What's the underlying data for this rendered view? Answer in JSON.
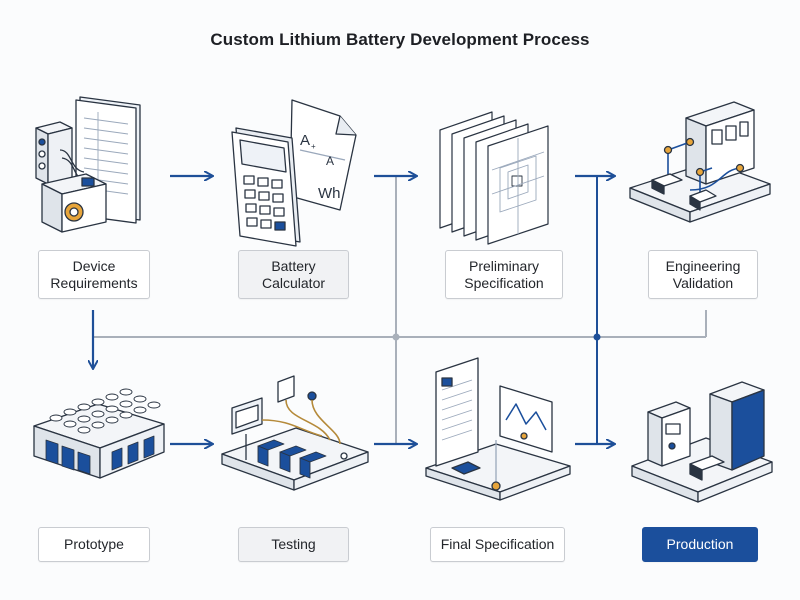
{
  "title": "Custom Lithium Battery Development Process",
  "steps": [
    {
      "label": "Device\nRequirements",
      "icon": "device-requirements-icon"
    },
    {
      "label": "Battery\nCalculator",
      "icon": "battery-calculator-icon"
    },
    {
      "label": "Preliminary\nSpecification",
      "icon": "preliminary-specification-icon"
    },
    {
      "label": "Engineering\nValidation",
      "icon": "engineering-validation-icon"
    },
    {
      "label": "Prototype",
      "icon": "prototype-battery-pack-icon"
    },
    {
      "label": "Testing",
      "icon": "testing-bench-icon"
    },
    {
      "label": "Final Specification",
      "icon": "final-specification-icon"
    },
    {
      "label": "Production",
      "icon": "production-machine-icon"
    }
  ],
  "calculator_icon_text": {
    "amp": "A",
    "amp_sub": "+",
    "amp_alt": "A",
    "wh": "Wh"
  },
  "colors": {
    "accent": "#1b4f9c",
    "connector_gray": "#a9b0ba",
    "arrow_blue": "#1e4f98",
    "icon_stroke": "#2a3442"
  }
}
